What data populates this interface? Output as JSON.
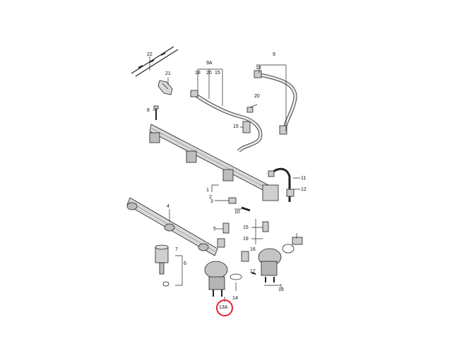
{
  "diagram": {
    "callouts": {
      "c22": "22",
      "c21": "21",
      "c8": "8",
      "c9a": "9A",
      "c18a": "18",
      "c20a": "20",
      "c15a": "15",
      "c9": "9",
      "c18b": "18",
      "c20b": "20",
      "c15b": "15",
      "c11": "11",
      "c12": "12",
      "c1": "1",
      "c2": "2",
      "c3": "3",
      "c10": "10",
      "c4": "4",
      "c5": "5",
      "c15c": "15",
      "c19": "19",
      "c16": "16",
      "c17": "17",
      "c7": "7",
      "c6": "6",
      "c14": "14",
      "c13": "13",
      "c13a": "13A"
    },
    "highlight_color": "#e0262b",
    "line_color": "#222222"
  }
}
